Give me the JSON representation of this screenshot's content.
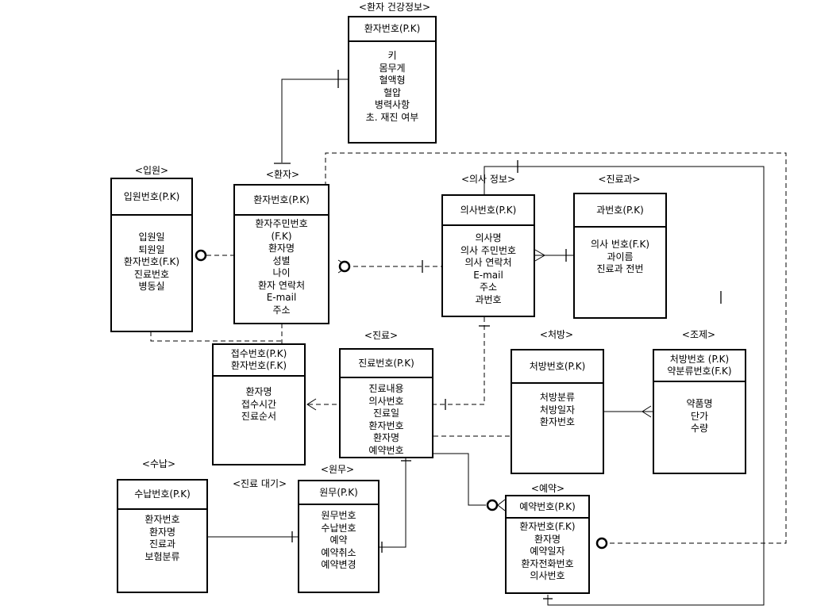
{
  "entities": {
    "health": {
      "title": "<환자 건강정보>",
      "key": [
        "환자번호(P.K)"
      ],
      "attrs": [
        "키",
        "몸무게",
        "혈액형",
        "혈압",
        "병력사항",
        "초. 재진 여부"
      ]
    },
    "admission": {
      "title": "<입원>",
      "key": [
        "입원번호(P.K)"
      ],
      "attrs": [
        "입원일",
        "퇴원일",
        "환자번호(F.K)",
        "진료번호",
        "병동실"
      ]
    },
    "patient": {
      "title": "<환자>",
      "key": [
        "환자번호(P.K)"
      ],
      "attrs": [
        "환자주민번호",
        "(F.K)",
        "환자명",
        "성별",
        "나이",
        "환자 연락처",
        "E-mail",
        "주소"
      ]
    },
    "doctor": {
      "title": "<의사 정보>",
      "key": [
        "의사번호(P.K)"
      ],
      "attrs": [
        "의사명",
        "의사 주민번호",
        "의사 연락처",
        "E-mail",
        "주소",
        "과번호"
      ]
    },
    "department": {
      "title": "<진료과>",
      "key": [
        "과번호(P.K)"
      ],
      "attrs": [
        "의사 번호(F.K)",
        "과이름",
        "진료과 전번"
      ]
    },
    "waiting": {
      "title": "<진료 대기>",
      "key": [
        "접수번호(P.K)",
        "환자번호(F.K)"
      ],
      "attrs": [
        "환자명",
        "접수시간",
        "진료순서"
      ]
    },
    "treatment": {
      "title": "<진료>",
      "key": [
        "진료번호(P.K)"
      ],
      "attrs": [
        "진료내용",
        "의사번호",
        "진료일",
        "환자번호",
        "환자명",
        "예약번호"
      ]
    },
    "prescription": {
      "title": "<처방>",
      "key": [
        "처방번호(P.K)"
      ],
      "attrs": [
        "처방분류",
        "처방일자",
        "환자번호"
      ]
    },
    "dispensing": {
      "title": "<조제>",
      "key": [
        "처방번호 (P.K)",
        "약분류번호(F.K)"
      ],
      "attrs": [
        "약품명",
        "단가",
        "수량"
      ]
    },
    "payment": {
      "title": "<수납>",
      "key": [
        "수납번호(P.K)"
      ],
      "attrs": [
        "환자번호",
        "환자명",
        "진료과",
        "보험분류"
      ]
    },
    "admin": {
      "title": "<원무>",
      "key": [
        "원무(P.K)"
      ],
      "attrs": [
        "원무번호",
        "수납번호",
        "예약",
        "예약취소",
        "예약변경"
      ]
    },
    "reservation": {
      "title": "<예약>",
      "key": [
        "예약번호(P.K)"
      ],
      "attrs": [
        "환자번호(F.K)",
        "환자명",
        "예약일자",
        "환자전화번호",
        "의사번호"
      ]
    }
  }
}
